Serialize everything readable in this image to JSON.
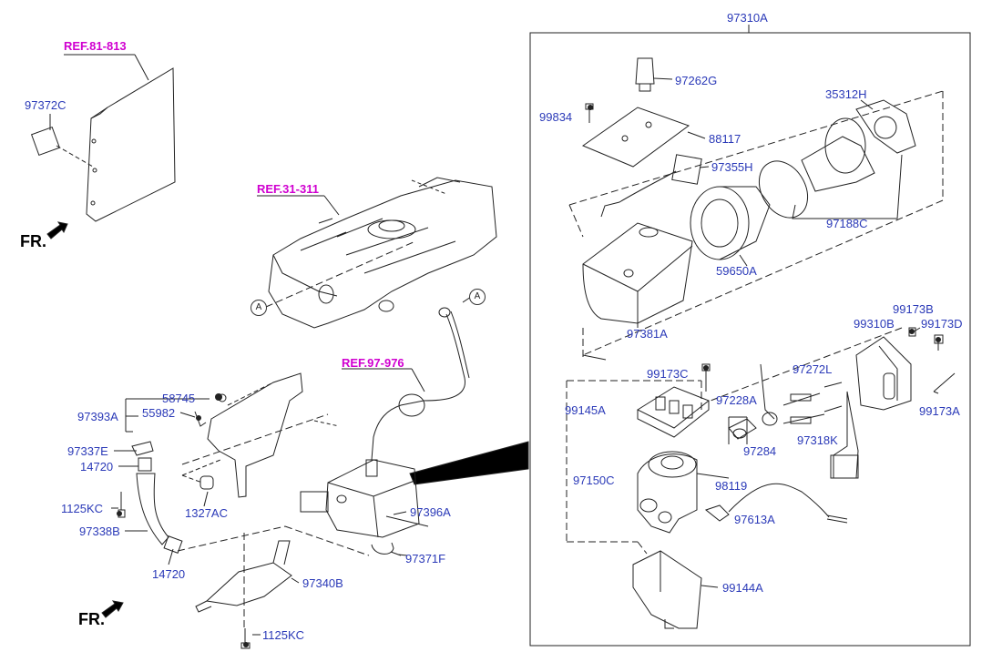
{
  "colors": {
    "label": "#2b3ab8",
    "ref": "#d000d0",
    "line": "#222222"
  },
  "top_label": "97310A",
  "refs": [
    "REF.81-813",
    "REF.31-311",
    "REF.97-976"
  ],
  "fr_labels": [
    "FR.",
    "FR."
  ],
  "circle_markers": [
    "A",
    "A"
  ],
  "labels": {
    "p97372C": "97372C",
    "p97262G": "97262G",
    "p99834": "99834",
    "p88117": "88117",
    "p35312H": "35312H",
    "p97355H": "97355H",
    "p97188C": "97188C",
    "p59650A": "59650A",
    "p97381A": "97381A",
    "p99173B": "99173B",
    "p99310B": "99310B",
    "p99173D": "99173D",
    "p97272L": "97272L",
    "p99173C": "99173C",
    "p97228A": "97228A",
    "p99145A": "99145A",
    "p97318K": "97318K",
    "p97284": "97284",
    "p99173A": "99173A",
    "p97150C": "97150C",
    "p98119": "98119",
    "p97613A": "97613A",
    "p99144A": "99144A",
    "p58745": "58745",
    "p97393A": "97393A",
    "p55982": "55982",
    "p97337E": "97337E",
    "p14720a": "14720",
    "p1125KCa": "1125KC",
    "p1327AC": "1327AC",
    "p97338B": "97338B",
    "p14720b": "14720",
    "p97396A": "97396A",
    "p97371F": "97371F",
    "p97340B": "97340B",
    "p1125KCb": "1125KC"
  }
}
